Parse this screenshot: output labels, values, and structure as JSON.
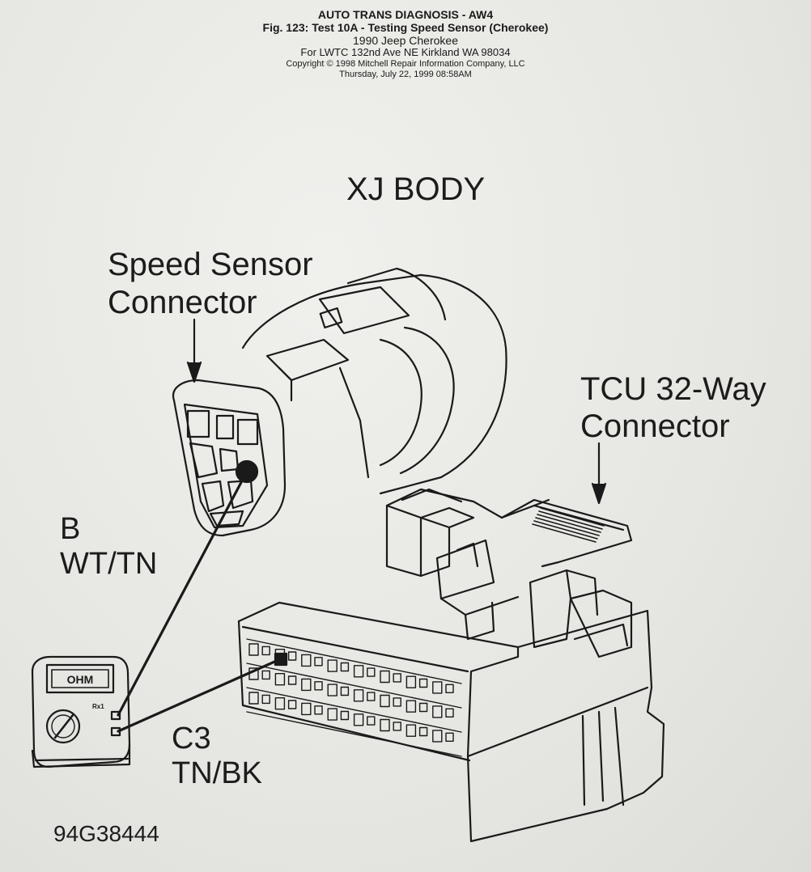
{
  "header": {
    "section": "AUTO TRANS DIAGNOSIS - AW4",
    "figure_title": "Fig. 123:  Test 10A - Testing Speed Sensor (Cherokee)",
    "vehicle": "1990 Jeep Cherokee",
    "customer": "For LWTC 132nd Ave NE Kirkland WA 98034",
    "copyright": "Copyright © 1998 Mitchell Repair Information Company, LLC",
    "date": "Thursday, July 22, 1999  08:58AM"
  },
  "diagram": {
    "body_title": "XJ BODY",
    "speed_sensor_label": [
      "Speed Sensor",
      "Connector"
    ],
    "tcu_label": [
      "TCU 32-Way",
      "Connector"
    ],
    "pin_b": {
      "pin": "B",
      "wire": "WT/TN"
    },
    "pin_c3": {
      "pin": "C3",
      "wire": "TN/BK"
    },
    "meter_display": "OHM",
    "meter_range": "Rx1",
    "figure_id": "94G38444"
  }
}
